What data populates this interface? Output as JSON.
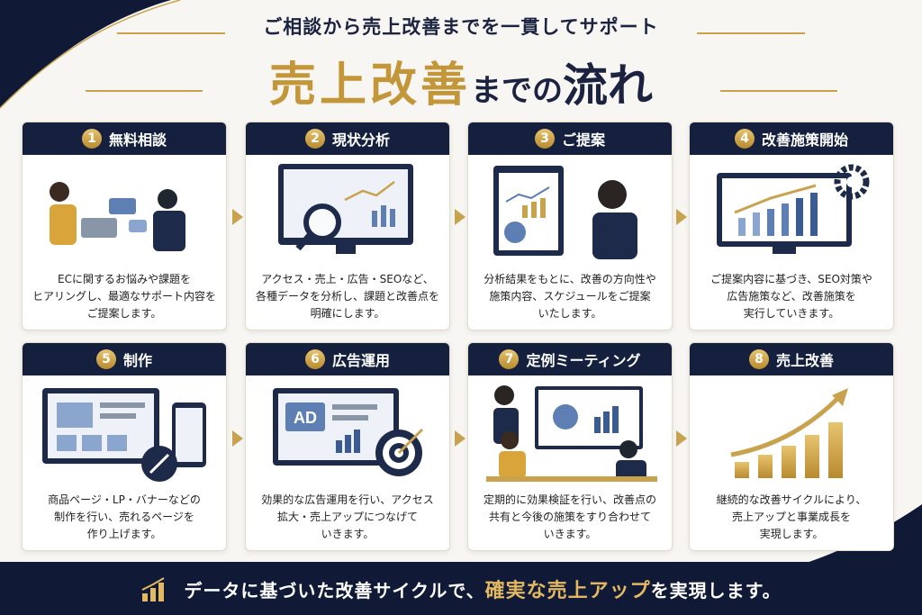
{
  "header": {
    "subtitle": "ご相談から売上改善までを一貫してサポート",
    "title_main": "売上改善",
    "title_mid": "までの",
    "title_end": "流れ"
  },
  "steps": [
    {
      "num": "1",
      "title": "無料相談",
      "text": "ECに関するお悩みや課題を\nヒアリングし、最適なサポート内容を\nご提案します。",
      "icon": "consultation-illustration"
    },
    {
      "num": "2",
      "title": "現状分析",
      "text": "アクセス・売上・広告・SEOなど、\n各種データを分析し、課題と改善点を\n明確にします。",
      "icon": "analysis-illustration"
    },
    {
      "num": "3",
      "title": "ご提案",
      "text": "分析結果をもとに、改善の方向性や\n施策内容、スケジュールをご提案\nいたします。",
      "icon": "proposal-illustration"
    },
    {
      "num": "4",
      "title": "改善施策開始",
      "text": "ご提案内容に基づき、SEO対策や\n広告施策など、改善施策を\n実行していきます。",
      "icon": "implementation-illustration"
    },
    {
      "num": "5",
      "title": "制作",
      "text": "商品ページ・LP・バナーなどの\n制作を行い、売れるページを\n作り上げます。",
      "icon": "production-illustration"
    },
    {
      "num": "6",
      "title": "広告運用",
      "text": "効果的な広告運用を行い、アクセス\n拡大・売上アップにつなげて\nいきます。",
      "icon": "ad-operation-illustration"
    },
    {
      "num": "7",
      "title": "定例ミーティング",
      "text": "定期的に効果検証を行い、改善点の\n共有と今後の施策をすり合わせて\nいきます。",
      "icon": "meeting-illustration"
    },
    {
      "num": "8",
      "title": "売上改善",
      "text": "継続的な改善サイクルにより、\n売上アップと事業成長を\n実現します。",
      "icon": "growth-chart-illustration"
    }
  ],
  "ad_label": "AD",
  "footer": {
    "text_before": "データに基づいた改善サイクルで、",
    "highlight": "確実な売上アップ",
    "text_after": "を実現します。"
  },
  "colors": {
    "navy": "#14203e",
    "gold": "#c9a24e",
    "card_bg": "#ffffff"
  }
}
